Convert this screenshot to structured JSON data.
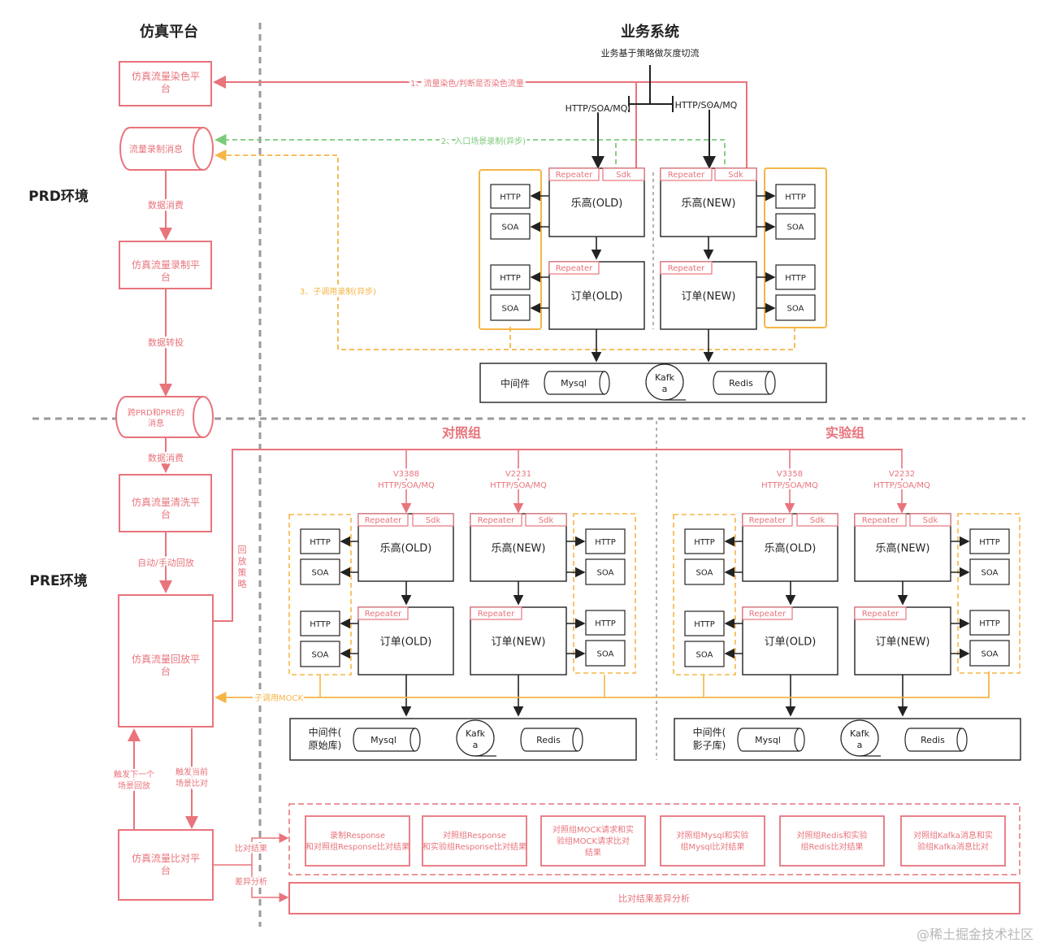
{
  "colors": {
    "red": "#e8747c",
    "red_dark": "#d9535b",
    "green": "#7dc97a",
    "orange": "#f5b547",
    "gray_dash": "#9a9a9a",
    "black": "#222222"
  },
  "headers": {
    "sim_platform": "仿真平台",
    "biz_system": "业务系统",
    "biz_subtitle": "业务基于策略做灰度切流",
    "prd_env": "PRD环境",
    "pre_env": "PRE环境",
    "control_group": "对照组",
    "experiment_group": "实验组"
  },
  "left_column": {
    "dye_platform": "仿真流量染色平台",
    "record_msg": "流量录制消息",
    "consume1": "数据消费",
    "record_platform": "仿真流量录制平台",
    "transfer": "数据转投",
    "cross_msg": "跨PRD和PRE的消息",
    "consume2": "数据消费",
    "clean_platform": "仿真流量清洗平台",
    "auto_replay": "自动/手动回放",
    "replay_platform": "仿真流量回放平台",
    "replay_strategy": "回放策略",
    "trigger_next": "触发下一个场景回放",
    "trigger_compare": "触发当前场景比对",
    "compare_platform": "仿真流量比对平台",
    "compare_result": "比对结果",
    "diff_analysis": "差异分析"
  },
  "prd_flows": {
    "flow1": "1、流量染色/判断是否染色流量",
    "flow2": "2、入口场景录制(异步)",
    "flow3": "3、子调用录制(异步)",
    "proto_left": "HTTP/SOA/MQ",
    "proto_right": "HTTP/SOA/MQ"
  },
  "labels": {
    "repeater": "Repeater",
    "sdk": "Sdk",
    "http": "HTTP",
    "soa": "SOA",
    "lego_old": "乐高(OLD)",
    "lego_new": "乐高(NEW)",
    "order_old": "订单(OLD)",
    "order_new": "订单(NEW)",
    "middleware": "中间件",
    "mysql": "Mysql",
    "kafka": "Kafka",
    "redis": "Redis",
    "mw_origin": "中间件(原始库)",
    "mw_shadow": "中间件(影子库)",
    "sub_mock": "子调用MOCK"
  },
  "pre_versions": {
    "v1": "V3388",
    "v2": "V2231",
    "v3": "V3358",
    "v4": "V2232",
    "proto": "HTTP/SOA/MQ"
  },
  "compare_items": [
    "录制Response和对照组Response比对结果",
    "对照组Response和实验组Response比对结果",
    "对照组MOCK请求和实验组MOCK请求比对结果",
    "对照组Mysql和实验组Mysql比对结果",
    "对照组Redis和实验组Redis比对结果",
    "对照组Kafka消息和实验组Kafka消息比对"
  ],
  "diff_result": "比对结果差异分析",
  "watermark": "@稀土掘金技术社区"
}
